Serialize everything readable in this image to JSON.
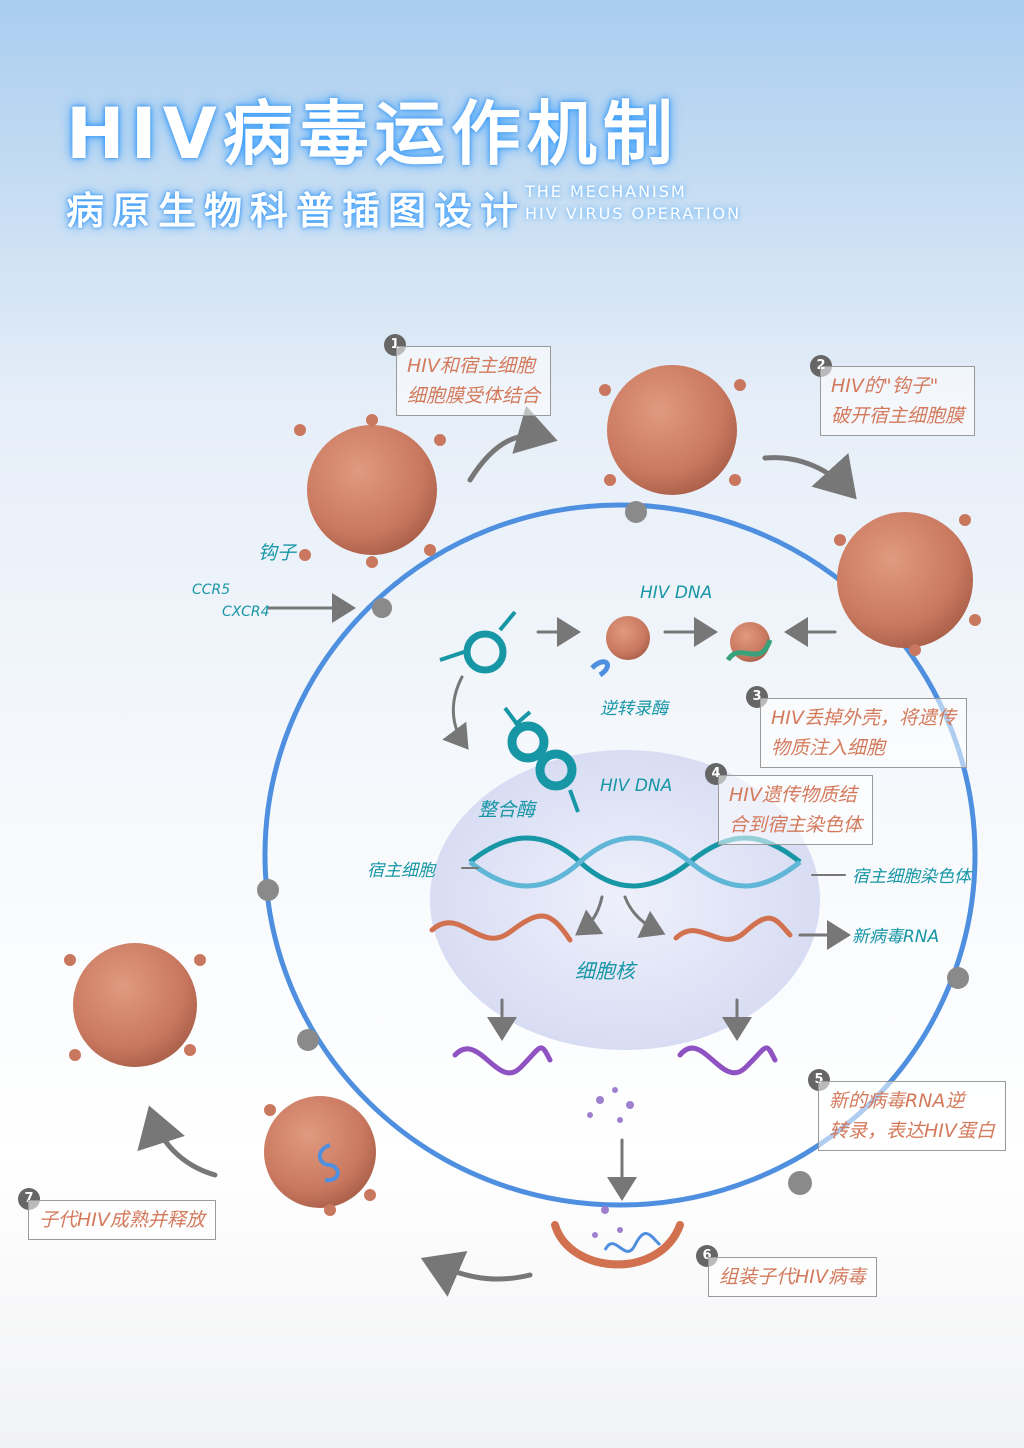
{
  "header": {
    "title": "HIV病毒运作机制",
    "subtitle": "病原生物科普插图设计",
    "english_line1": "THE MECHANISM",
    "english_line2": "HIV VIRUS OPERATION"
  },
  "steps": [
    {
      "number": "1",
      "text_line1": "HIV和宿主细胞",
      "text_line2": "细胞膜受体结合"
    },
    {
      "number": "2",
      "text_line1": "HIV的\"钩子\"",
      "text_line2": "破开宿主细胞膜"
    },
    {
      "number": "3",
      "text_line1": "HIV丢掉外壳，将遗传",
      "text_line2": "物质注入细胞"
    },
    {
      "number": "4",
      "text_line1": "HIV遗传物质结",
      "text_line2": "合到宿主染色体"
    },
    {
      "number": "5",
      "text_line1": "新的病毒RNA逆",
      "text_line2": "转录，表达HIV蛋白"
    },
    {
      "number": "6",
      "text_line1": "组装子代HIV病毒",
      "text_line2": ""
    },
    {
      "number": "7",
      "text_line1": "子代HIV成熟并释放",
      "text_line2": ""
    }
  ],
  "labels": {
    "hook": "钩子",
    "ccr5": "CCR5",
    "cxcr4": "CXCR4",
    "hiv_dna_top": "HIV DNA",
    "reverse_transcriptase": "逆转录酶",
    "integrase": "整合酶",
    "hiv_dna_mid": "HIV DNA",
    "host_cell": "宿主细胞",
    "host_chromosome": "宿主细胞染色体",
    "new_virus_rna": "新病毒RNA",
    "nucleus": "细胞核"
  },
  "colors": {
    "virus": "#c9785f",
    "membrane": "#4f8fe0",
    "nucleus": "#dfe3f6",
    "teal": "#1796a6",
    "orange_text": "#d47a5c",
    "purple_rna": "#8f52c2",
    "arrow_gray": "#888888"
  }
}
